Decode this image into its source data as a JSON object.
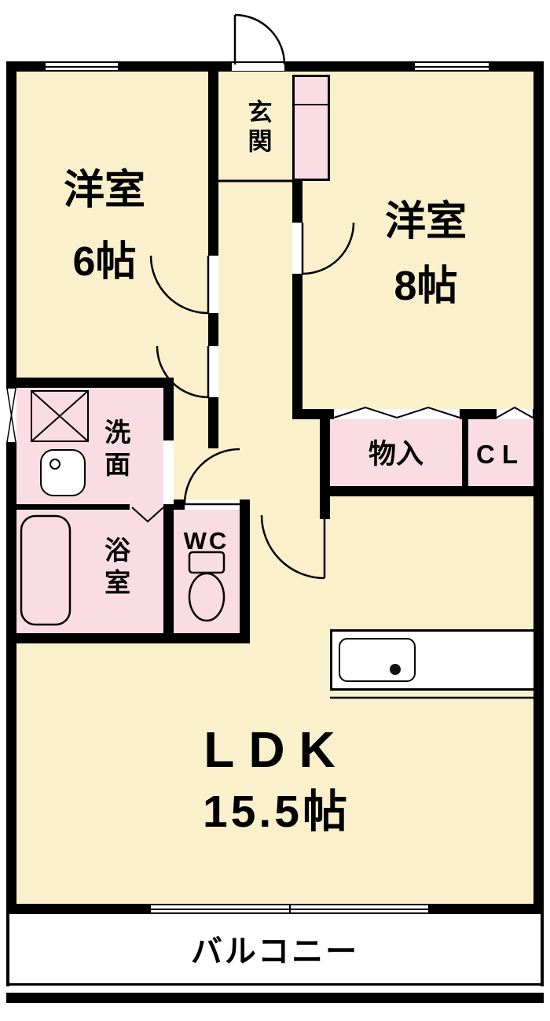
{
  "plan": {
    "rooms": {
      "room6": {
        "name": "洋室",
        "size": "6帖"
      },
      "room8": {
        "name": "洋室",
        "size": "8帖"
      },
      "entrance": {
        "label": "玄関"
      },
      "washroom": {
        "label": "洗面"
      },
      "bathroom": {
        "label": "浴室"
      },
      "wc": {
        "label": "WC"
      },
      "storage": {
        "label": "物入"
      },
      "closet": {
        "label": "CL"
      },
      "ldk": {
        "label": "LDK",
        "size": "15.5帖"
      },
      "balcony": {
        "label": "バルコニー"
      }
    },
    "icons": {
      "washer_pan": "washing-machine-pan-icon",
      "sink": "wash-basin-icon",
      "bathtub": "bathtub-icon",
      "toilet": "toilet-icon",
      "stove": "stove-icon"
    },
    "colors": {
      "room_fill": "#FAF0CC",
      "service_fill": "#FADCE4",
      "wall": "#000000",
      "bg": "#FFFFFF"
    }
  }
}
